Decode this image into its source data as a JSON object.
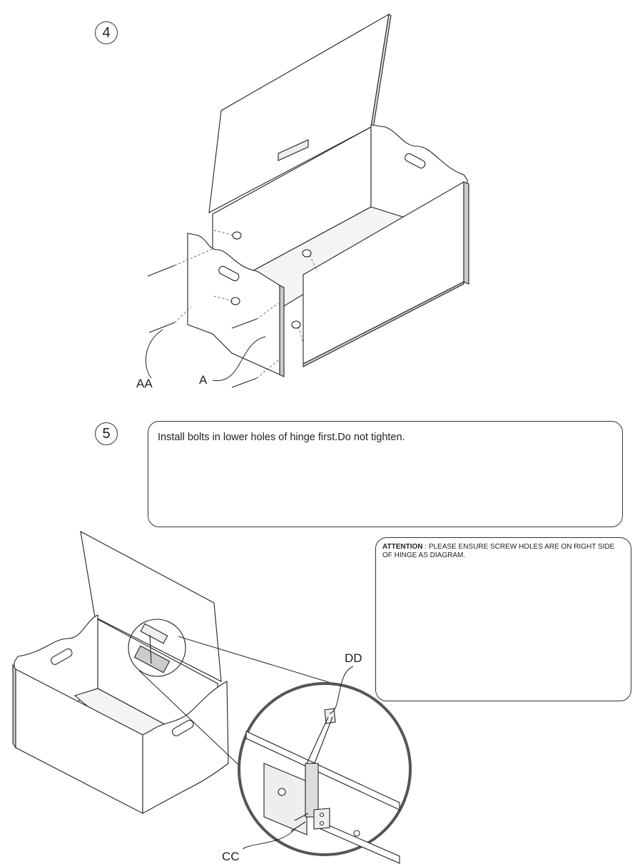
{
  "step4": {
    "number": "4",
    "labels": {
      "aa": "AA",
      "a": "A"
    }
  },
  "step5": {
    "number": "5",
    "instruction": "Install bolts in lower holes of hinge first.Do not tighten.",
    "attention": {
      "label": "ATTENTION",
      "text": ": PLEASE ENSURE SCREW HOLES ARE ON RIGHT SIDE OF HINGE AS DIAGRAM."
    },
    "labels": {
      "dd": "DD",
      "cc": "CC"
    }
  }
}
